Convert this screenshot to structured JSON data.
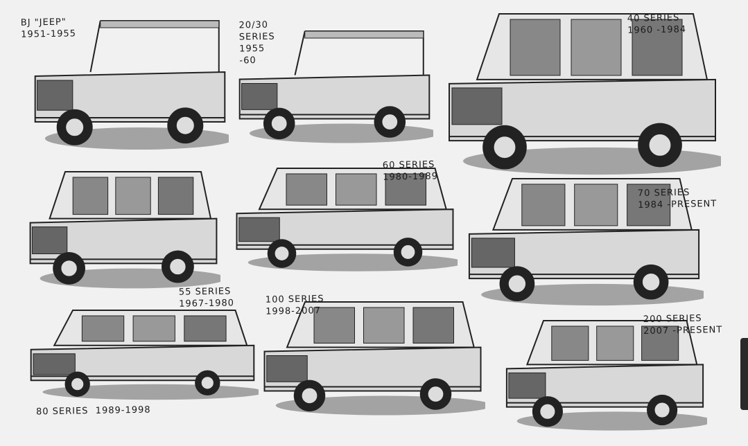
{
  "models": [
    {
      "id": "bj",
      "name": "BJ \"JEEP\"",
      "years": "1951-1955",
      "style": "open"
    },
    {
      "id": "s2030",
      "name": "20/30\nSERIES",
      "years": "1955\n-60",
      "style": "open"
    },
    {
      "id": "s40",
      "name": "40 SERIES",
      "years": "1960 -1984",
      "style": "boxy"
    },
    {
      "id": "s55",
      "name": "55 SERIES",
      "years": "1967-1980",
      "style": "wagon"
    },
    {
      "id": "s60",
      "name": "60 SERIES",
      "years": "1980-1989",
      "style": "wagon"
    },
    {
      "id": "s70",
      "name": "70 SERIES",
      "years": "1984 -PRESENT",
      "style": "wagon"
    },
    {
      "id": "s80",
      "name": "80 SERIES",
      "years": "1989-1998",
      "style": "suv"
    },
    {
      "id": "s100",
      "name": "100 SERIES",
      "years": "1998-2007",
      "style": "suv"
    },
    {
      "id": "s200",
      "name": "200 SERIES",
      "years": "2007 -PRESENT",
      "style": "suv"
    }
  ]
}
